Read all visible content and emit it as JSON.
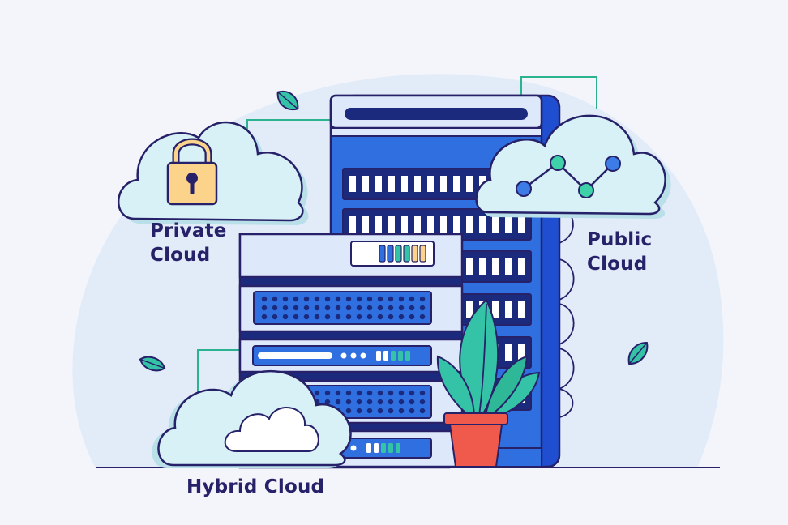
{
  "labels": {
    "private_line1": "Private",
    "private_line2": "Cloud",
    "public_line1": "Public",
    "public_line2": "Cloud",
    "hybrid": "Hybrid Cloud"
  },
  "colors": {
    "background": "#f4f5fb",
    "blob": "#e2ecf8",
    "outline": "#262168",
    "server_blue": "#2f6fe0",
    "server_dark": "#1b2a7c",
    "server_light": "#dde9fb",
    "cloud_fill": "#d7f1f6",
    "connector": "#2bb38f",
    "leaf": "#35c3a7",
    "pot": "#ef5a4c",
    "lock_body": "#fbd38a",
    "graph_node_green": "#3fd1a8",
    "graph_node_blue": "#3d7be6"
  },
  "icons": [
    "padlock-icon",
    "line-graph-icon",
    "cloud-icon",
    "leaf-icon",
    "potted-plant-icon",
    "server-rack-icon"
  ]
}
